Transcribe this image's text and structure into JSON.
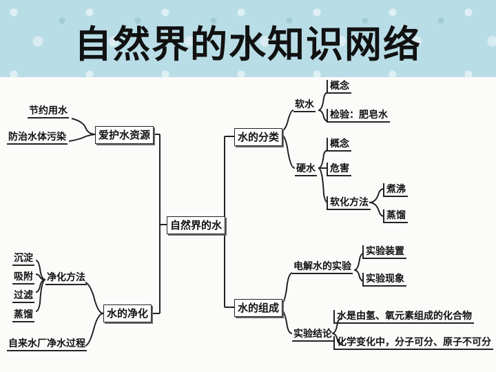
{
  "title": "自然界的水知识网络",
  "center": "自然界的水",
  "protect": {
    "label": "爱护水资源",
    "items": [
      "节约用水",
      "防治水体污染"
    ]
  },
  "classify": {
    "label": "水的分类",
    "soft": {
      "label": "软水",
      "items": [
        "概念",
        "检验：肥皂水"
      ]
    },
    "hard": {
      "label": "硬水",
      "items": [
        "概念",
        "危害"
      ],
      "method": {
        "label": "软化方法",
        "items": [
          "煮沸",
          "蒸馏"
        ]
      }
    }
  },
  "purify": {
    "label": "水的净化",
    "methods": {
      "label": "净化方法",
      "items": [
        "沉淀",
        "吸附",
        "过滤",
        "蒸馏"
      ]
    },
    "plant": "自来水厂净水过程"
  },
  "composition": {
    "label": "水的组成",
    "electrolysis": {
      "label": "电解水的实验",
      "items": [
        "实验装置",
        "实验现象"
      ]
    },
    "conclusion": {
      "label": "实验结论",
      "items": [
        "水是由氢、氧元素组成的化合物",
        "化学变化中，分子可分、原子不可分"
      ]
    }
  }
}
